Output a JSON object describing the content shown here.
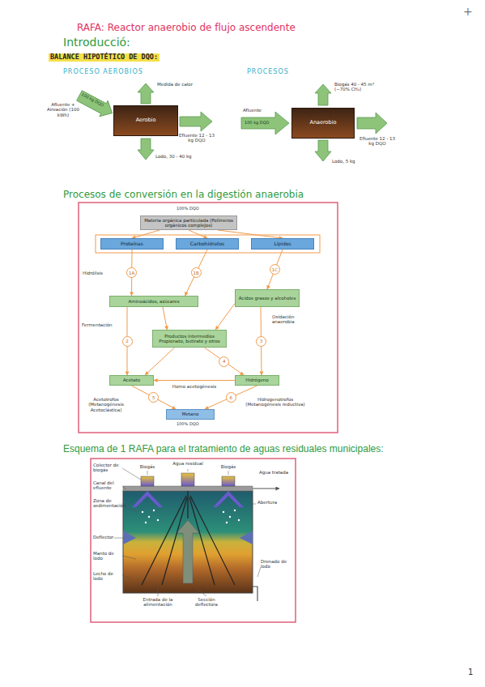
{
  "diagram": {
    "title": "RAFA: Reactor anaerobio de flujo ascendente",
    "nodes": [
      {
        "text": [
          "Aerobio"
        ]
      },
      {
        "text": [
          "Anaerobio"
        ]
      },
      {
        "text": [
          "Materia orgánica particulada (Polímeros orgánicos complejos)"
        ]
      },
      {
        "text": [
          "Proteínas"
        ]
      },
      {
        "text": [
          "Carbohidratos"
        ]
      },
      {
        "text": [
          "Lípidos"
        ]
      },
      {
        "text": [
          "Aminoácidos, azúcares"
        ]
      },
      {
        "text": [
          "Ácidos grasos y alcoholes"
        ]
      },
      {
        "text": [
          "Productos intermedios Propionato, butirato y otros"
        ]
      },
      {
        "text": [
          "Acetato"
        ]
      },
      {
        "text": [
          "Hidrógeno"
        ]
      },
      {
        "text": [
          "Metano"
        ]
      }
    ],
    "edges": [
      {
        "from": 2,
        "to": 3,
        "arrow": "to"
      },
      {
        "from": 2,
        "to": 4,
        "arrow": "to"
      },
      {
        "from": 2,
        "to": 5,
        "arrow": "to"
      },
      {
        "from": 3,
        "to": 6,
        "label": "1A",
        "arrow": "to"
      },
      {
        "from": 4,
        "to": 6,
        "label": "1B",
        "arrow": "to"
      },
      {
        "from": 5,
        "to": 7,
        "label": "1C",
        "arrow": "to"
      },
      {
        "from": 6,
        "to": 8,
        "arrow": "to"
      },
      {
        "from": 6,
        "to": 9,
        "label": "2",
        "arrow": "to"
      },
      {
        "from": 7,
        "to": 8,
        "arrow": "to"
      },
      {
        "from": 7,
        "to": 10,
        "label": "3",
        "arrow": "to"
      },
      {
        "from": 8,
        "to": 9,
        "arrow": "to"
      },
      {
        "from": 8,
        "to": 10,
        "label": "4",
        "arrow": "to"
      },
      {
        "from": 10,
        "to": 9,
        "arrow": "to"
      },
      {
        "from": 9,
        "to": 11,
        "label": "5",
        "arrow": "to"
      },
      {
        "from": 10,
        "to": 11,
        "label": "6",
        "arrow": "to"
      }
    ],
    "labels": [
      "+",
      "Introducció:",
      "BALANCE HIPOTÉTICO DE DQO:",
      "PROCESO AEROBIOS",
      "PROCESOS",
      "Medida de calor",
      "Afluente + Aireación (100 kWh)",
      "100 kg DQO",
      "Efluente 12 - 13 kg DQO",
      "Lodo, 30 - 40 kg",
      "Biogás 40 - 45 m³ (~70% CH₄)",
      "Afluente",
      "100 kg DQO",
      "Efluente 12 - 13 kg DQO",
      "Lodo, 5 kg",
      "Procesos de conversión en la digestión anaerobia",
      "100% DQO",
      "Hidrólisis",
      "Fermentación",
      "Oxidación anaerobia",
      "Homo acetogénesis",
      "Acetotrofos (Metanogénesis Acetoclástica)",
      "Hidrogenotrofos (Metanogénesis reductiva)",
      "100% DQO",
      "Esquema de 1 RAFA para el tratamiento de aguas residuales municipales:",
      "Colector de biogás",
      "Biogás",
      "Agua residual",
      "Biogás",
      "Agua tratada",
      "Canal del efluente",
      "Zona de sedimentación",
      "Abertura",
      "Deflector",
      "Manto de lodo",
      "Lecho de lodo",
      "Entrada de la alimentación",
      "Sección deflectora",
      "Drenado de lodo",
      "1"
    ]
  }
}
